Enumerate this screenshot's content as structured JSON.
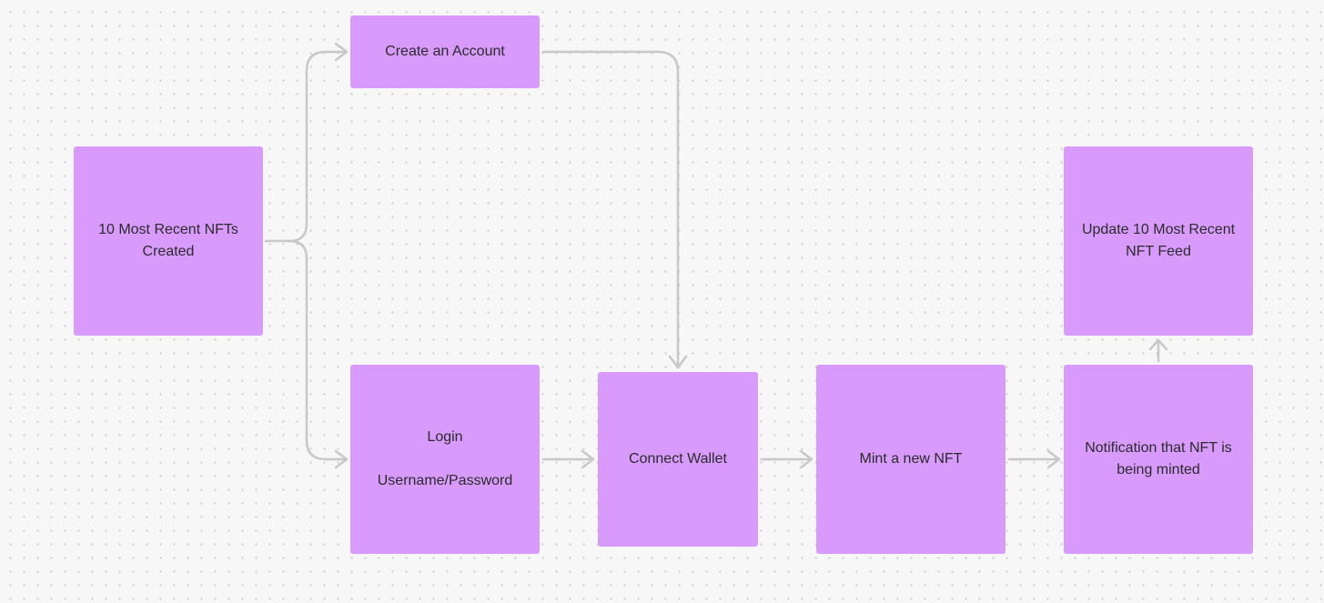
{
  "diagram": {
    "colors": {
      "node_fill": "#d89bfb",
      "connector": "#c8c8c8",
      "text": "#2b2b2b"
    },
    "nodes": {
      "recent_nfts": {
        "line1": "10 Most Recent NFTs",
        "line2": "Created"
      },
      "create_account": {
        "label": "Create an Account"
      },
      "login": {
        "line1": "Login",
        "line2": "Username/Password"
      },
      "connect_wallet": {
        "label": "Connect Wallet"
      },
      "mint_nft": {
        "label": "Mint a new NFT"
      },
      "notification": {
        "line1": "Notification that NFT is",
        "line2": "being minted"
      },
      "update_feed": {
        "line1": "Update 10 Most Recent",
        "line2": "NFT Feed"
      }
    }
  }
}
